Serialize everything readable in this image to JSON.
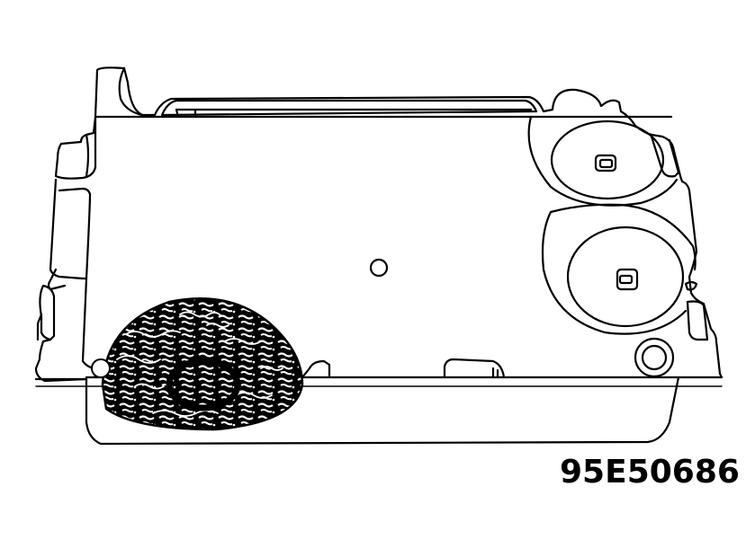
{
  "figure": {
    "reference_number": "95E50686",
    "components": {
      "housing": "module-housing",
      "upper_round_recess": "upper-round-recess",
      "lower_round_recess": "lower-round-recess",
      "center_pin_hole": "center-pin-hole",
      "corner_mount_hole": "corner-mount-hole",
      "textured_patch": "hatched-circular-patch",
      "bottom_tray": "bottom-tray",
      "front_tab": "front-locating-tab"
    },
    "colors": {
      "line": "#000000",
      "background": "#ffffff"
    }
  }
}
